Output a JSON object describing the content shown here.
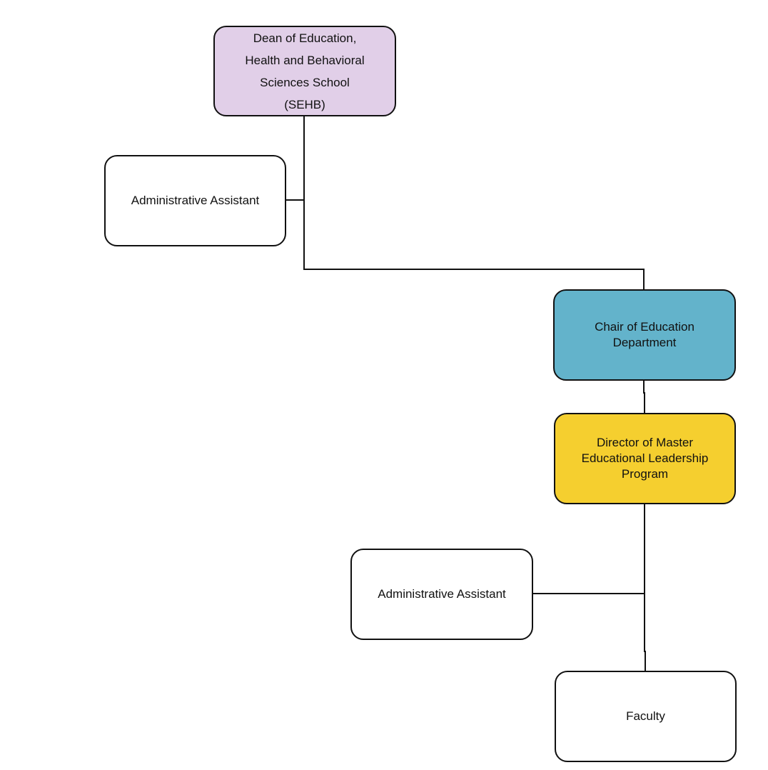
{
  "nodes": {
    "dean": {
      "label": "Dean of Education,\nHealth and Behavioral\nSciences School\n(SEHB)",
      "fill": "#e1cfe8"
    },
    "dean_admin": {
      "label": "Administrative Assistant",
      "fill": "#ffffff"
    },
    "chair": {
      "label": "Chair of Education\nDepartment",
      "fill": "#63b3cb"
    },
    "director": {
      "label": "Director of Master\nEducational Leadership\nProgram",
      "fill": "#f5cf2f"
    },
    "director_admin": {
      "label": "Administrative Assistant",
      "fill": "#ffffff"
    },
    "faculty": {
      "label": "Faculty",
      "fill": "#ffffff"
    }
  },
  "edges": [
    {
      "from": "dean",
      "to": "dean_admin"
    },
    {
      "from": "dean",
      "to": "chair"
    },
    {
      "from": "chair",
      "to": "director"
    },
    {
      "from": "director",
      "to": "director_admin"
    },
    {
      "from": "director",
      "to": "faculty"
    }
  ]
}
